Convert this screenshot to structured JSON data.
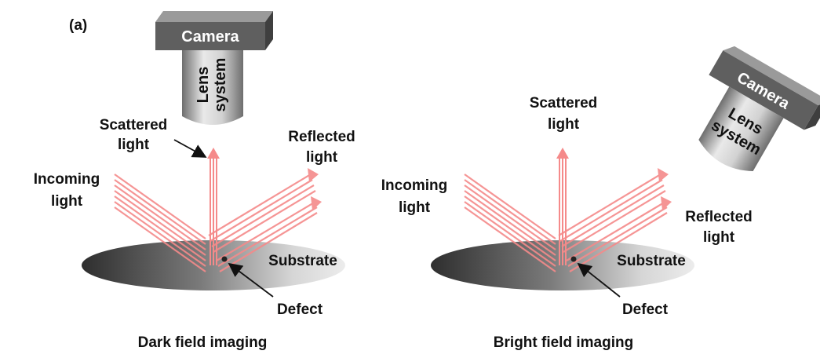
{
  "panel_tag": "(a)",
  "dark_field": {
    "camera": "Camera",
    "lens_line1": "Lens",
    "lens_line2": "system",
    "scattered_line1": "Scattered",
    "scattered_line2": "light",
    "reflected_line1": "Reflected",
    "reflected_line2": "light",
    "incoming_line1": "Incoming",
    "incoming_line2": "light",
    "substrate": "Substrate",
    "defect": "Defect",
    "caption": "Dark field imaging"
  },
  "bright_field": {
    "camera": "Camera",
    "lens_line1": "Lens",
    "lens_line2": "system",
    "scattered_line1": "Scattered",
    "scattered_line2": "light",
    "reflected_line1": "Reflected",
    "reflected_line2": "light",
    "incoming_line1": "Incoming",
    "incoming_line2": "light",
    "substrate": "Substrate",
    "defect": "Defect",
    "caption": "Bright field imaging"
  },
  "colors": {
    "beam": "#f58a8a",
    "camera_top": "#8a8a8a",
    "camera_front": "#5f5f5f",
    "lens_body": "#bdbdbd"
  }
}
